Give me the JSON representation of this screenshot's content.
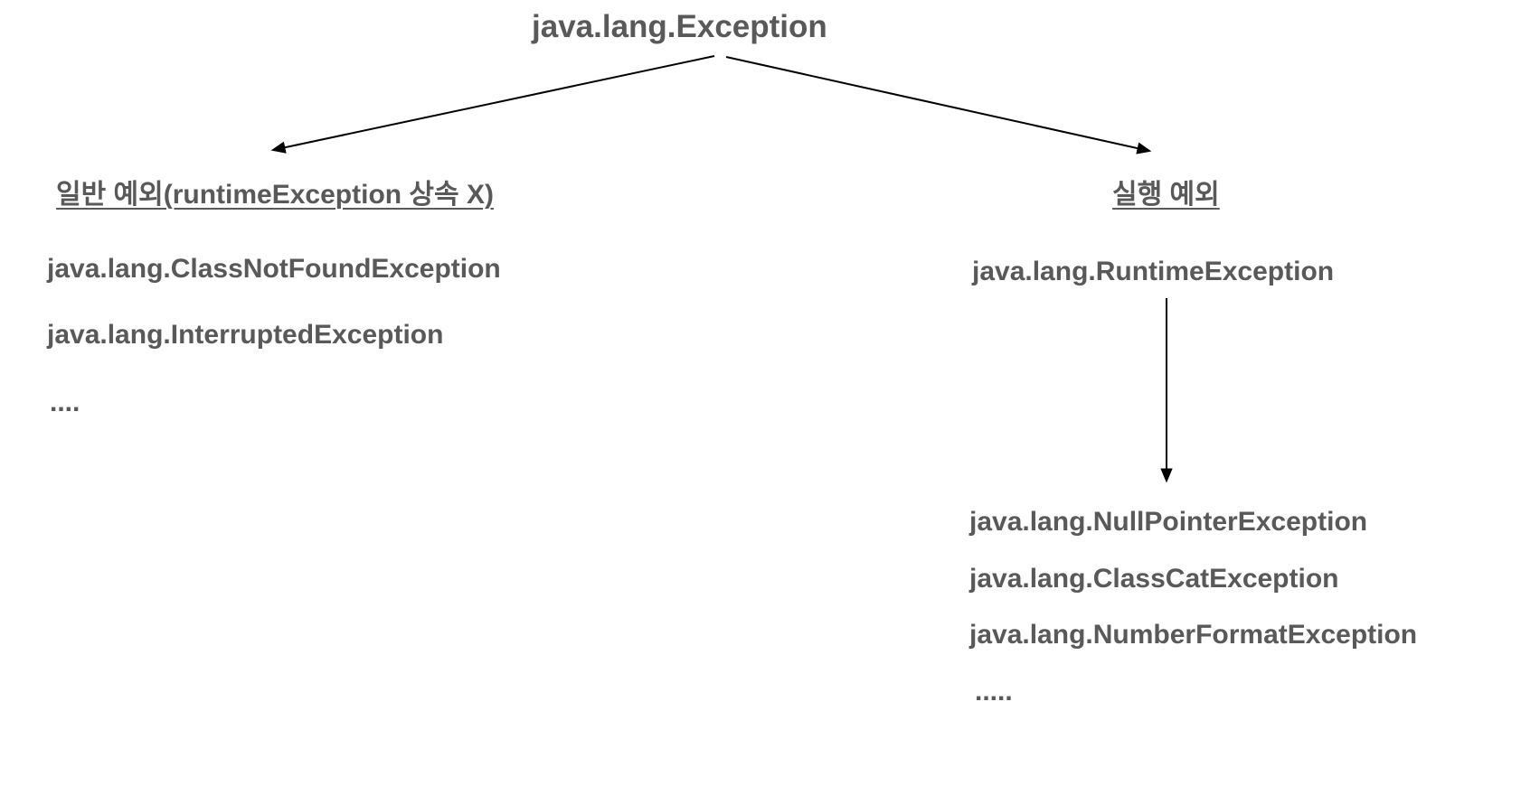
{
  "root": {
    "label": "java.lang.Exception"
  },
  "left_branch": {
    "heading": "일반 예외(runtimeException 상속 X)",
    "items": [
      "java.lang.ClassNotFoundException",
      "java.lang.InterruptedException",
      "...."
    ]
  },
  "right_branch": {
    "heading": "실행 예외",
    "parent": "java.lang.RuntimeException",
    "children": [
      "java.lang.NullPointerException",
      "java.lang.ClassCatException",
      "java.lang.NumberFormatException",
      "....."
    ]
  },
  "colors": {
    "text": "#595959",
    "arrow": "#000000",
    "background": "#ffffff"
  }
}
